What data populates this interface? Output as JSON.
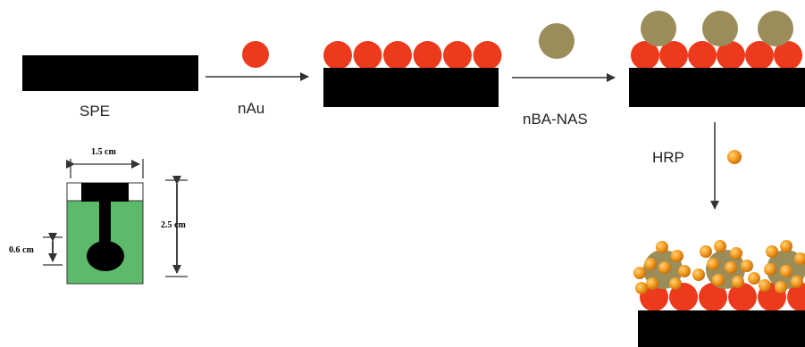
{
  "labels": {
    "spe": "SPE",
    "nau": "nAu",
    "nba_nas": "nBA-NAS",
    "hrp": "HRP"
  },
  "dimensions": {
    "width": "1.5 cm",
    "height": "2.5 cm",
    "neck": "0.6 cm"
  },
  "colors": {
    "electrode": "#000000",
    "gold_nanoparticle": "#ee3a1c",
    "nba_nas": "#9a8d5a",
    "hrp": "#ef9a1c",
    "substrate_green": "#5cba6a"
  }
}
